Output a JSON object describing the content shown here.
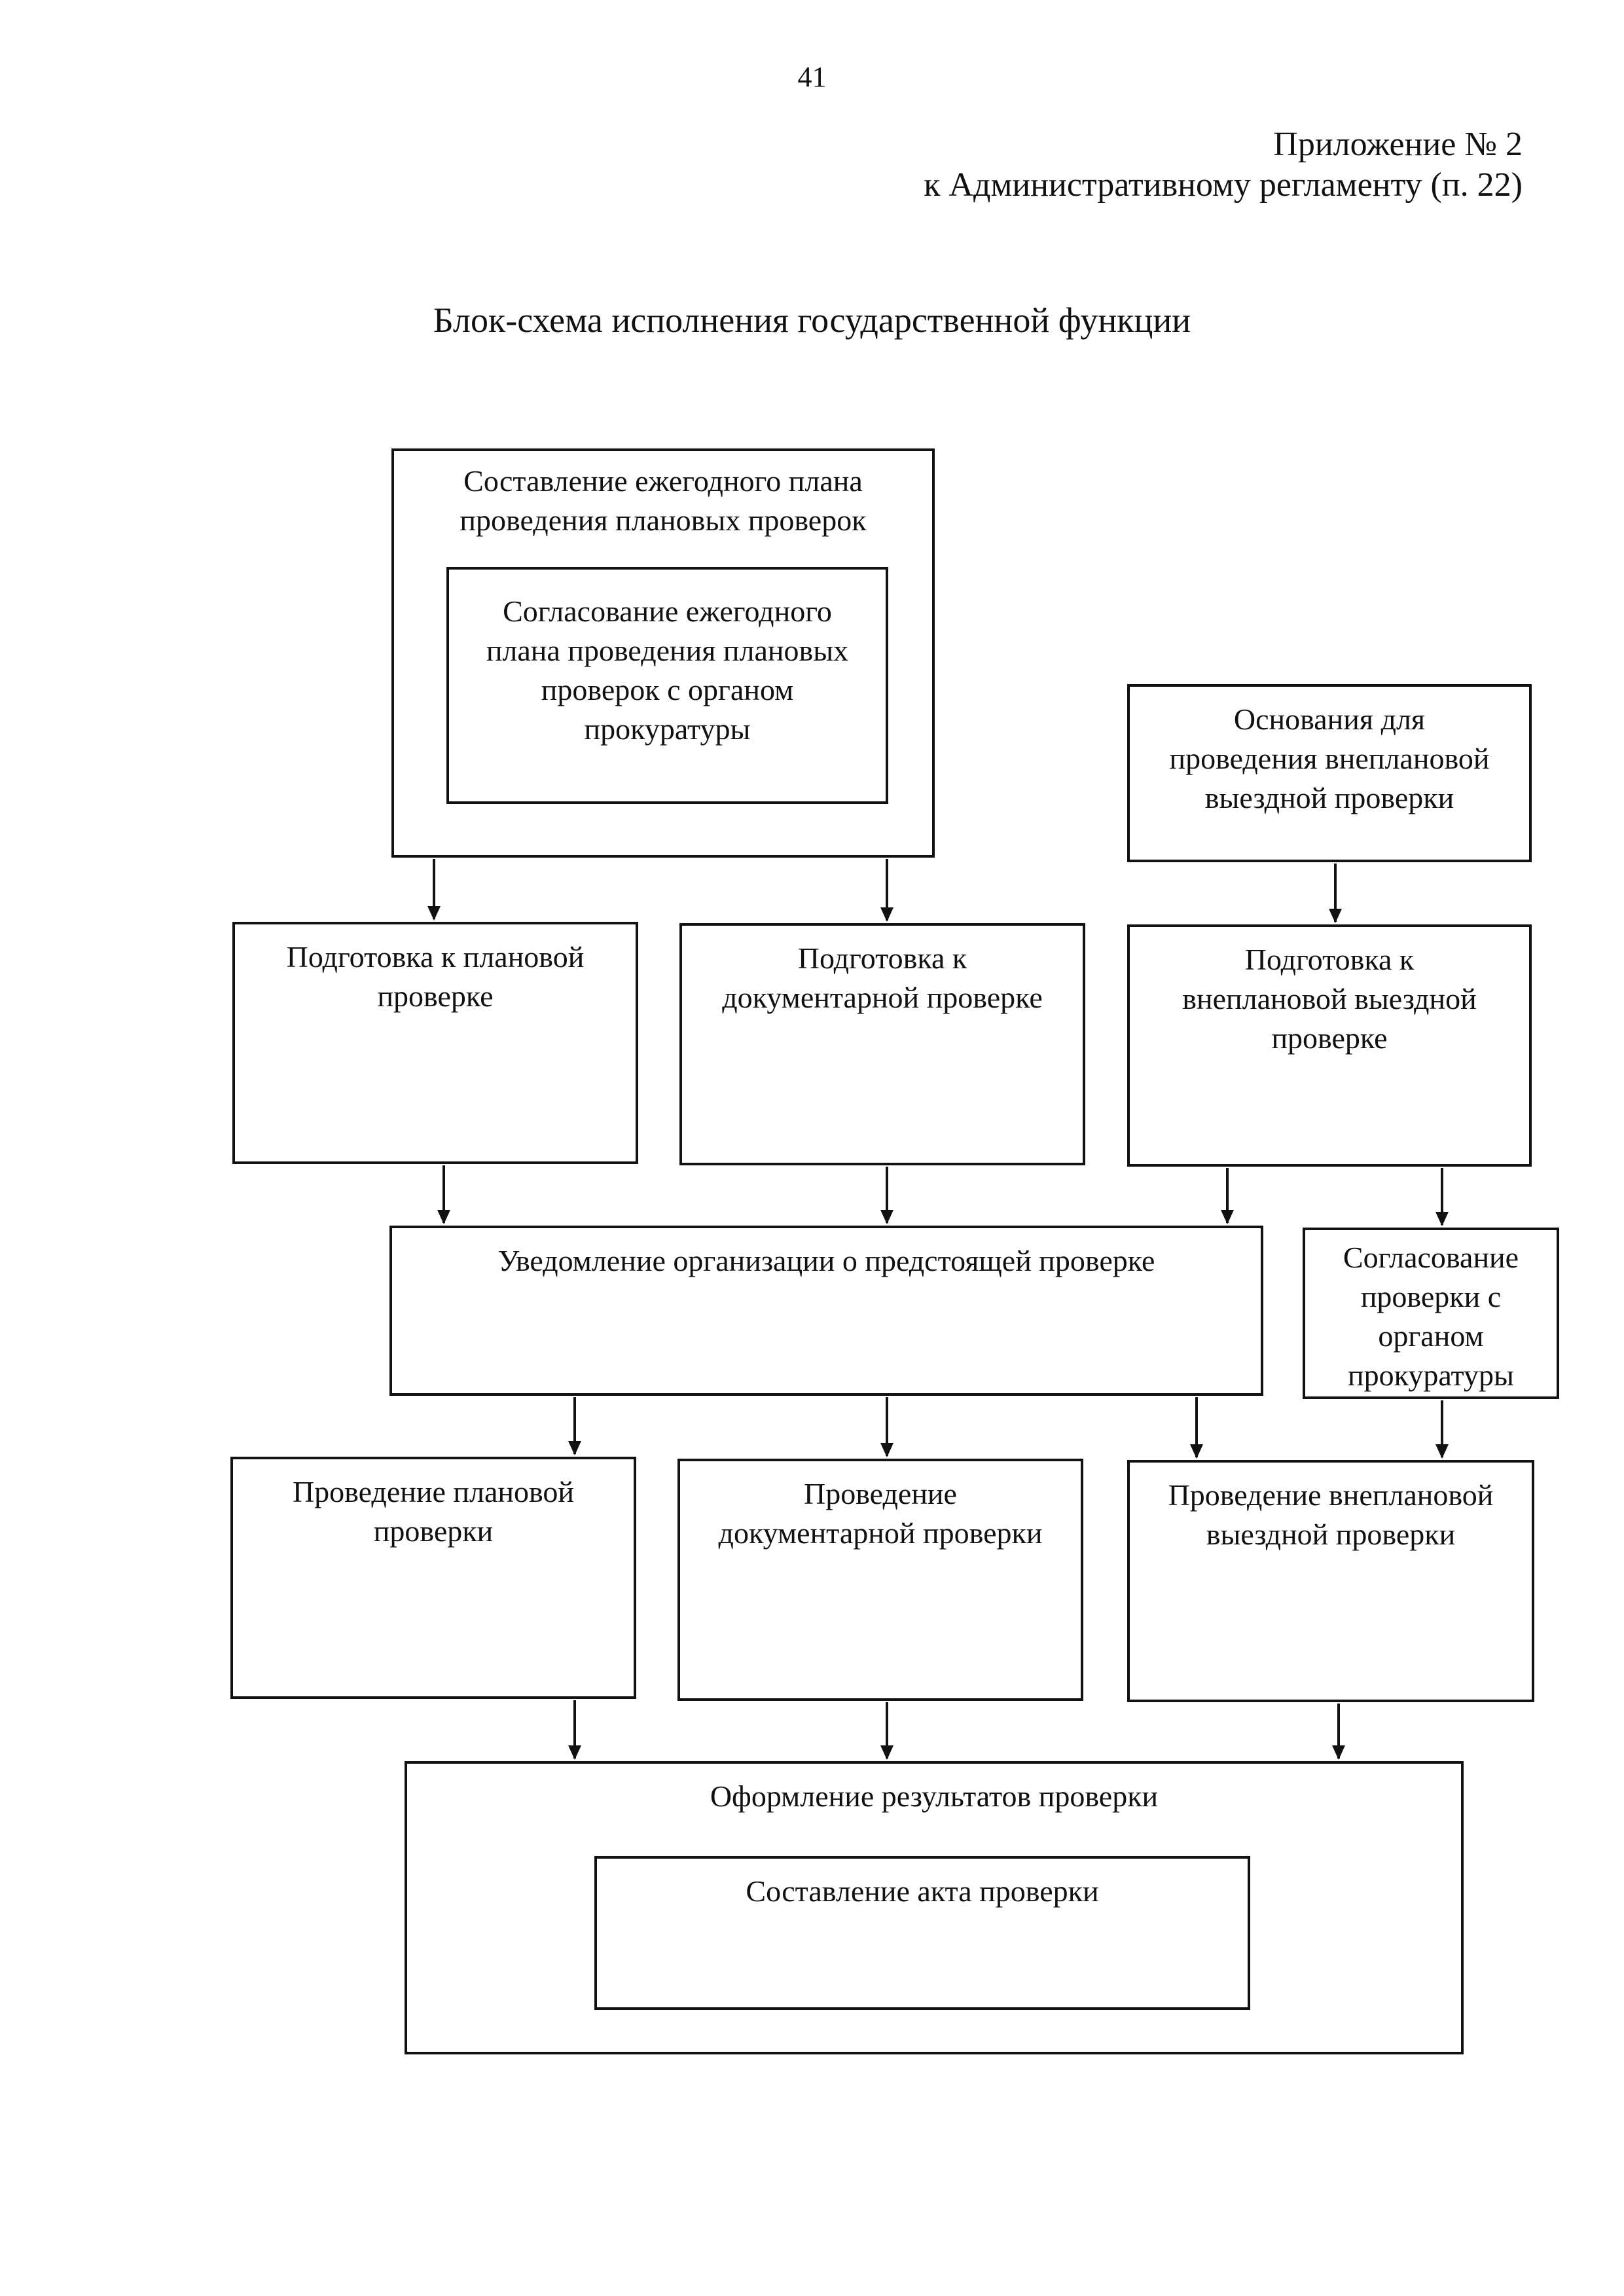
{
  "page_number": "41",
  "appendix": {
    "line1": "Приложение № 2",
    "line2": "к Административному регламенту (п. 22)"
  },
  "title": "Блок-схема исполнения государственной функции",
  "boxes": {
    "annual_plan": "Составление ежегодного плана\nпроведения плановых проверок",
    "plan_approval": "Согласование ежегодного\nплана проведения плановых\nпроверок с органом\nпрокуратуры",
    "unplanned_grounds": "Основания для\nпроведения внеплановой\nвыездной проверки",
    "prep_planned": "Подготовка к плановой\nпроверке",
    "prep_documentary": "Подготовка к\nдокументарной проверке",
    "prep_unplanned": "Подготовка к\nвнеплановой выездной\nпроверке",
    "notification": "Уведомление организации о предстоящей проверке",
    "prosecutor_approval": "Согласование\nпроверки с\nорганом\nпрокуратуры",
    "conduct_planned": "Проведение плановой\nпроверки",
    "conduct_documentary": "Проведение\nдокументарной проверки",
    "conduct_unplanned": "Проведение внеплановой\nвыездной проверки",
    "results": "Оформление результатов проверки",
    "act": "Составление акта проверки"
  }
}
